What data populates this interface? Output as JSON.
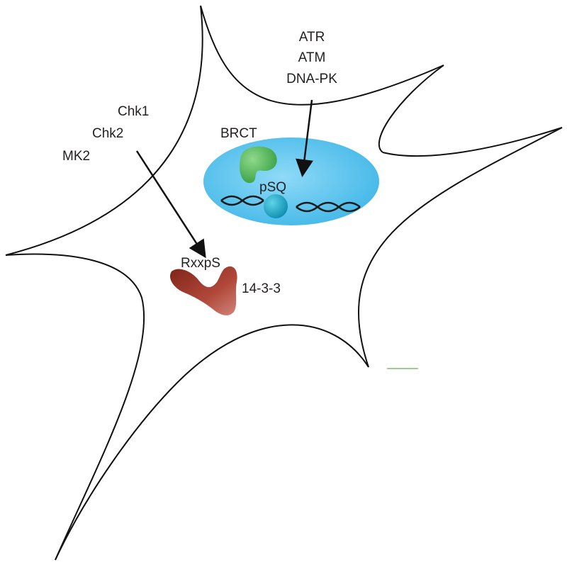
{
  "kinases_top": {
    "labels": [
      "ATR",
      "ATM",
      "DNA-PK"
    ]
  },
  "kinases_left": {
    "labels": [
      "Chk1",
      "Chk2",
      "MK2"
    ]
  },
  "brct_label": "BRCT",
  "psq_label": "pSQ",
  "rxxps_label": "RxxpS",
  "protein_1433_label": "14-3-3",
  "colors": {
    "nucleus": "#55c3ee",
    "brct_domain": "#3fae4a",
    "phospho_site": "#1aa6c4",
    "protein_1433": "#9b3328",
    "cell_outline": "#111111",
    "arrow": "#111111",
    "stray_mark": "#7cc06a"
  }
}
